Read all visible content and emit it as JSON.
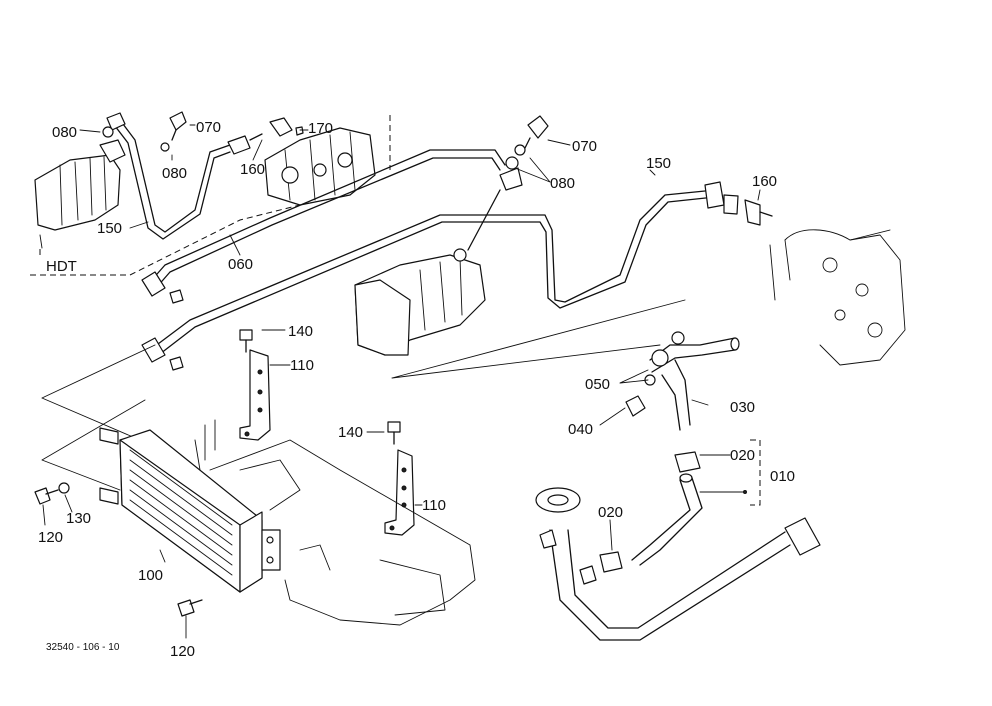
{
  "diagram": {
    "labels": {
      "p010": "010",
      "p020a": "020",
      "p020b": "020",
      "p030": "030",
      "p040": "040",
      "p050": "050",
      "p060": "060",
      "p070a": "070",
      "p070b": "070",
      "p080a": "080",
      "p080b": "080",
      "p080c": "080",
      "p100": "100",
      "p110a": "110",
      "p110b": "110",
      "p120a": "120",
      "p120b": "120",
      "p130": "130",
      "p140a": "140",
      "p140b": "140",
      "p150a": "150",
      "p150b": "150",
      "p160a": "160",
      "p160b": "160",
      "p170": "170"
    },
    "hdt": "HDT",
    "drawing_number": "32540 - 106 - 10"
  }
}
